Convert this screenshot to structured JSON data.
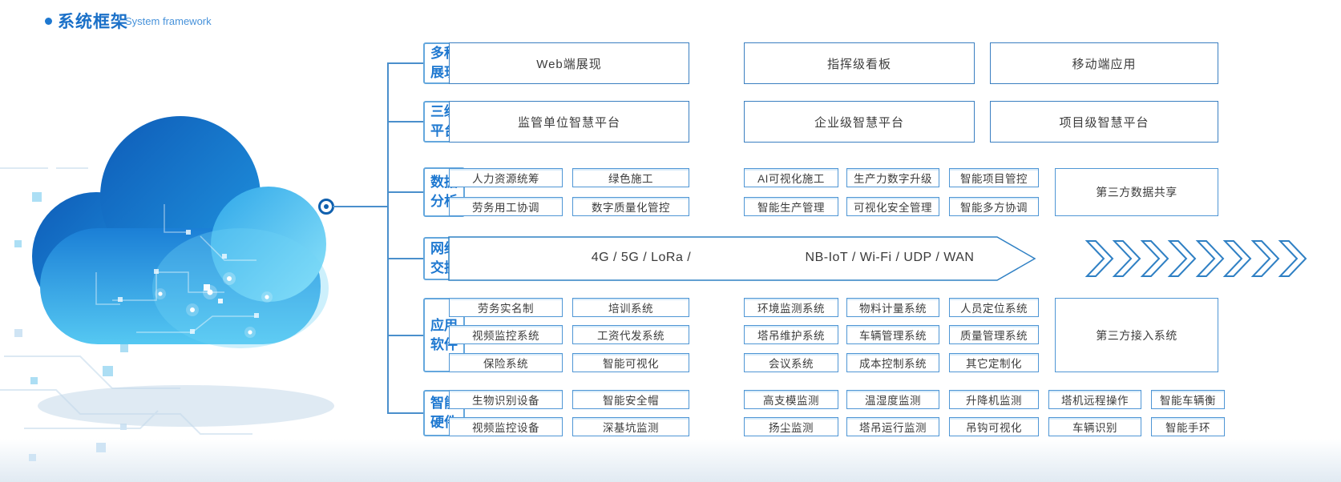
{
  "page": {
    "title_zh": "系统框架",
    "title_en": "System framework"
  },
  "rows": {
    "display": {
      "label1": "多种",
      "label2": "展现",
      "boxes": [
        "Web端展现",
        "指挥级看板",
        "移动端应用"
      ]
    },
    "platform": {
      "label1": "三级",
      "label2": "平台",
      "boxes": [
        "监管单位智慧平台",
        "企业级智慧平台",
        "项目级智慧平台"
      ]
    },
    "data_analysis": {
      "label1": "数据",
      "label2": "分析",
      "left_row1": [
        "人力资源统筹",
        "绿色施工"
      ],
      "left_row2": [
        "劳务用工协调",
        "数字质量化管控"
      ],
      "right_row1": [
        "AI可视化施工",
        "生产力数字升级",
        "智能项目管控"
      ],
      "right_row2": [
        "智能生产管理",
        "可视化安全管理",
        "智能多方协调"
      ],
      "share_box": "第三方数据共享"
    },
    "network": {
      "label1": "网络",
      "label2": "交换",
      "text_left": "4G / 5G / LoRa /",
      "text_right": "NB-IoT / Wi-Fi / UDP / WAN"
    },
    "software": {
      "label1": "应用",
      "label2": "软件",
      "left_row1": [
        "劳务实名制",
        "培训系统"
      ],
      "left_row2": [
        "视频监控系统",
        "工资代发系统"
      ],
      "left_row3": [
        "保险系统",
        "智能可视化"
      ],
      "right_row1": [
        "环境监测系统",
        "物料计量系统",
        "人员定位系统"
      ],
      "right_row2": [
        "塔吊维护系统",
        "车辆管理系统",
        "质量管理系统"
      ],
      "right_row3": [
        "会议系统",
        "成本控制系统",
        "其它定制化"
      ],
      "access_box": "第三方接入系统"
    },
    "hardware": {
      "label1": "智能",
      "label2": "硬件",
      "row1": [
        "生物识别设备",
        "智能安全帽",
        "高支模监测",
        "温湿度监测",
        "升降机监测",
        "塔机远程操作",
        "智能车辆衡"
      ],
      "row2": [
        "视频监控设备",
        "深基坑监测",
        "扬尘监测",
        "塔吊运行监测",
        "吊钩可视化",
        "车辆识别",
        "智能手环"
      ]
    }
  },
  "colors": {
    "accent_blue": "#1e78d0",
    "box_border": "#4f96d5",
    "line_blue": "#4a8fcc",
    "text_gray": "#3c3c3c",
    "cloud_dark": "#0e5cb8",
    "cloud_light": "#8ee4fa"
  }
}
